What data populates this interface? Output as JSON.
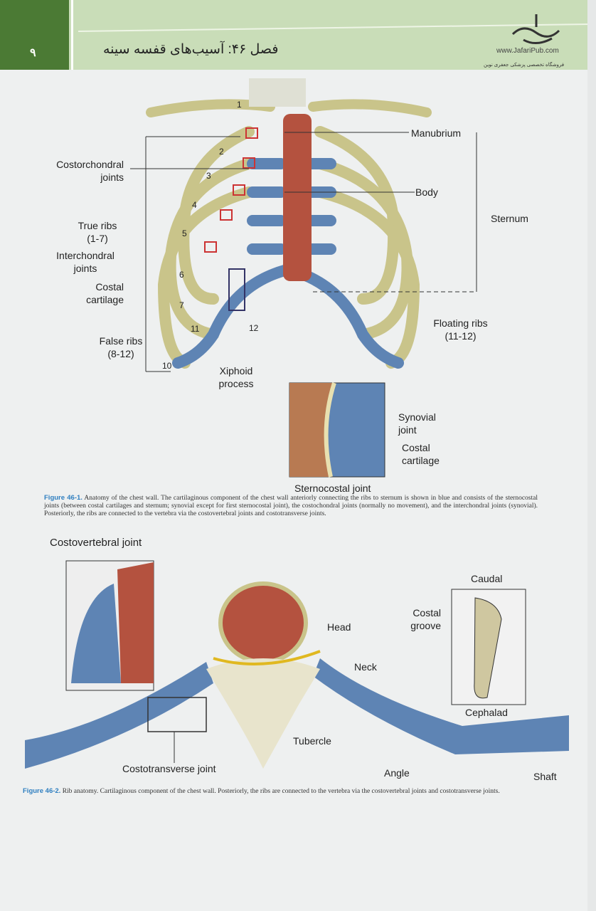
{
  "header": {
    "page_number": "۹",
    "chapter_title": "فصل ۴۶: آسیب‌های قفسه سینه",
    "publisher_url": "www.JafariPub.com",
    "publisher_store": "فروشگاه تخصصی پزشکی جعفری نوین"
  },
  "figure1": {
    "rib_numbers": [
      "1",
      "2",
      "3",
      "4",
      "5",
      "6",
      "7",
      "11",
      "12",
      "10"
    ],
    "labels": {
      "manubrium": "Manubrium",
      "costochondral": "Costorchondral joints",
      "body": "Body",
      "sternum": "Sternum",
      "true_ribs": "True ribs (1-7)",
      "interchondral": "Interchondral joints",
      "costal_cartilage": "Costal cartilage",
      "floating_ribs": "Floating ribs (11-12)",
      "false_ribs": "False ribs (8-12)",
      "xiphoid": "Xiphoid process",
      "synovial": "Synovial joint",
      "costal_cartilage_inset": "Costal cartilage",
      "sternocostal": "Sternocostal joint"
    },
    "caption_label": "Figure 46-1.",
    "caption_text": "Anatomy of the chest wall. The cartilaginous component of the chest wall anteriorly connecting the ribs to sternum is shown in blue and consists of the sternocostal joints (between costal cartilages and sternum; synovial except for first sternocostal joint), the costochondral joints (normally no movement), and the interchondral joints (synovial). Posteriorly, the ribs are connected to the vertebra via the costovertebral joints and costotransverse joints."
  },
  "figure2": {
    "labels": {
      "costovertebral": "Costovertebral joint",
      "caudal": "Caudal",
      "costal_groove": "Costal groove",
      "head": "Head",
      "neck": "Neck",
      "cephalad": "Cephalad",
      "tubercle": "Tubercle",
      "costotransverse": "Costotransverse joint",
      "angle": "Angle",
      "shaft": "Shaft"
    },
    "caption_label": "Figure 46-2.",
    "caption_text": "Rib anatomy. Cartilaginous component of the chest wall. Posteriorly, the ribs are connected to the vertebra via the costovertebral joints and costotransverse joints."
  },
  "colors": {
    "bone": "#c9c48a",
    "cartilage": "#5e84b4",
    "marrow": "#b4523f",
    "header_green": "#c9ddb8",
    "tab_green": "#4b7a34",
    "caption_blue": "#2f7fc0"
  }
}
